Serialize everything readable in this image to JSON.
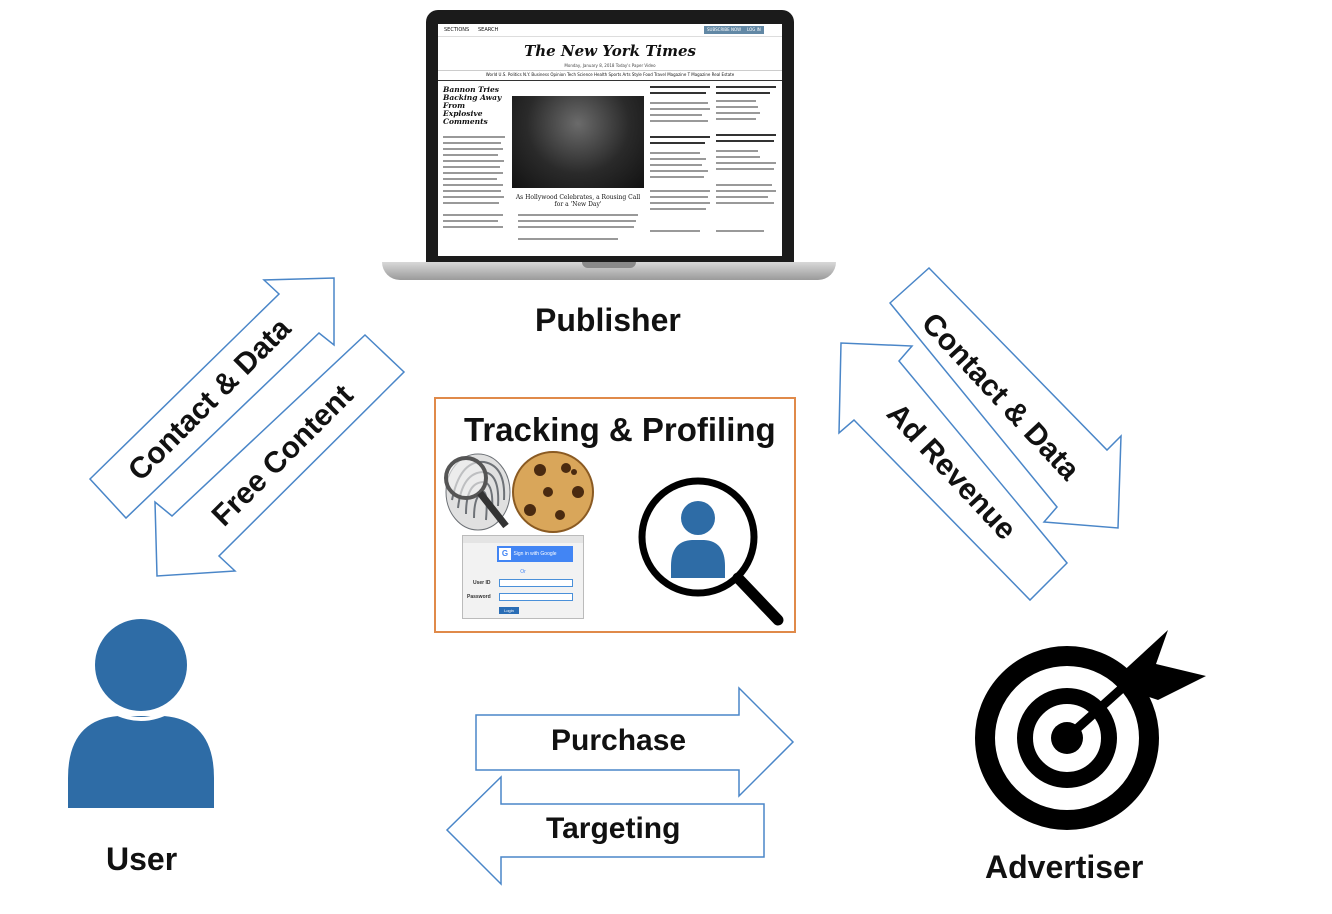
{
  "nodes": {
    "publisher": "Publisher",
    "user": "User",
    "advertiser": "Advertiser"
  },
  "center_box": {
    "title": "Tracking & Profiling"
  },
  "arrows": {
    "user_to_publisher": "Contact & Data",
    "publisher_to_user": "Free Content",
    "publisher_to_advertiser": "Contact & Data",
    "advertiser_to_publisher": "Ad Revenue",
    "user_to_advertiser": "Purchase",
    "advertiser_to_user": "Targeting"
  },
  "newspaper": {
    "masthead": "The New York Times",
    "top_left_sections": "SECTIONS",
    "top_left_search": "SEARCH",
    "subscribe": "SUBSCRIBE NOW",
    "login": "LOG IN",
    "dateline": "Monday, January 8, 2018   Today's Paper   Video",
    "sections_nav": "World  U.S.  Politics  N.Y.  Business  Opinion  Tech  Science  Health  Sports  Arts  Style  Food  Travel  Magazine  T Magazine  Real Estate",
    "lead_headline": "Bannon Tries Backing Away From Explosive Comments",
    "photo_caption": "As Hollywood Celebrates, a Rousing Call for a 'New Day'"
  },
  "login_form": {
    "google_button": "Sign in with Google",
    "or_text": "Or",
    "user_id_label": "User ID",
    "password_label": "Password",
    "login_button": "Login"
  },
  "colors": {
    "arrow_outline": "#4a86c8",
    "person_blue": "#2e6ca6",
    "box_border": "#e08a4a",
    "target_black": "#000000"
  },
  "icons": {
    "user": "person-icon",
    "advertiser": "target-icon",
    "fingerprint": "fingerprint-magnifier-icon",
    "cookie": "cookie-icon",
    "profile_search": "profile-search-icon"
  }
}
